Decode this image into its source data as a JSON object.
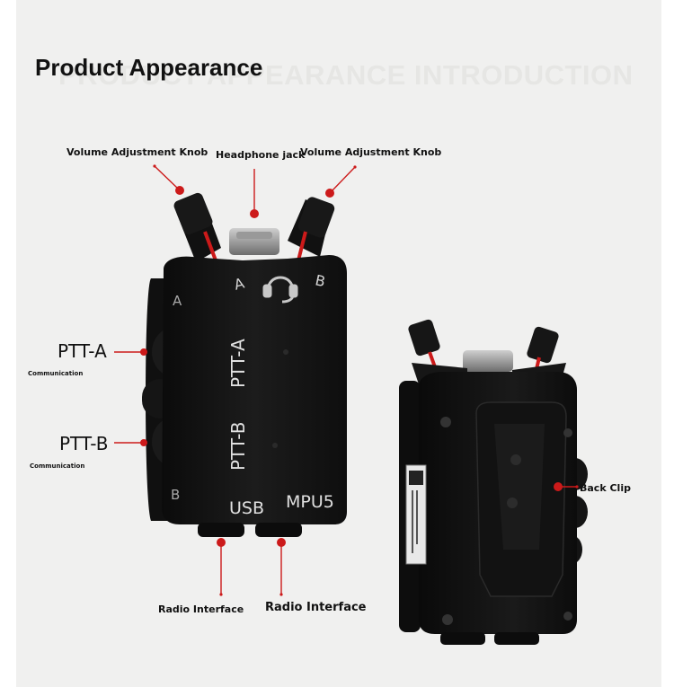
{
  "background_text": "PRODUCT APPEARANCE INTRODUCTION",
  "title": "Product Appearance",
  "labels": {
    "volume_left": "Volume Adjustment Knob",
    "headphone": "Headphone jack",
    "volume_right": "Volume Adjustment Knob",
    "ptt_a": "PTT-A",
    "ptt_a_sub": "Communication",
    "ptt_b": "PTT-B",
    "ptt_b_sub": "Communication",
    "radio_left": "Radio Interface",
    "radio_right": "Radio Interface",
    "back_clip": "Back Clip"
  },
  "device_front_text": {
    "a_top": "A",
    "b_top": "B",
    "a_side": "A",
    "b_side": "B",
    "ptt_a": "PTT-A",
    "ptt_b": "PTT-B",
    "usb": "USB",
    "model": "MPU5"
  },
  "colors": {
    "accent_red": "#cc1a1a",
    "device_body": "#141414",
    "page_bg": "#f0f0ef"
  },
  "icons": [
    "headset-icon"
  ]
}
